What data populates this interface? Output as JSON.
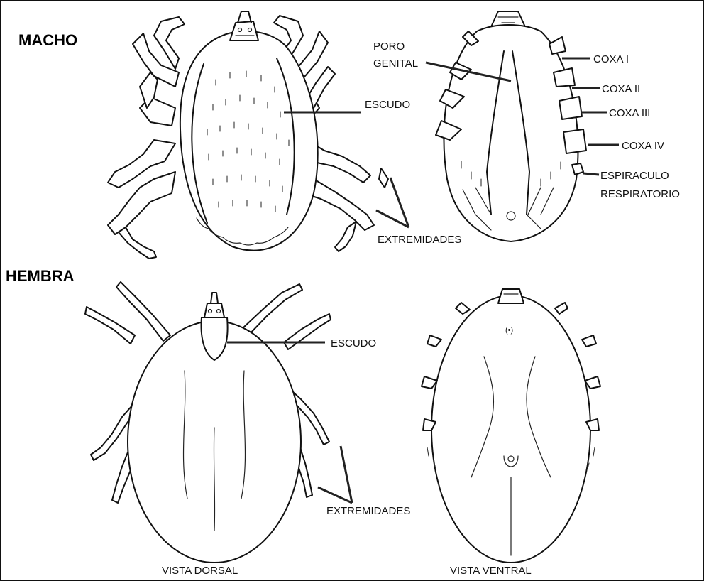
{
  "sections": {
    "male": "MACHO",
    "female": "HEMBRA"
  },
  "labels": {
    "poro_genital_1": "PORO",
    "poro_genital_2": "GENITAL",
    "escudo_male": "ESCUDO",
    "escudo_female": "ESCUDO",
    "coxa_1": "COXA I",
    "coxa_2": "COXA II",
    "coxa_3": "COXA III",
    "coxa_4": "COXA IV",
    "espiraculo_1": "ESPIRACULO",
    "espiraculo_2": "RESPIRATORIO",
    "extremidades_male": "EXTREMIDADES",
    "extremidades_female": "EXTREMIDADES"
  },
  "captions": {
    "dorsal": "VISTA DORSAL",
    "ventral": "VISTA VENTRAL"
  }
}
